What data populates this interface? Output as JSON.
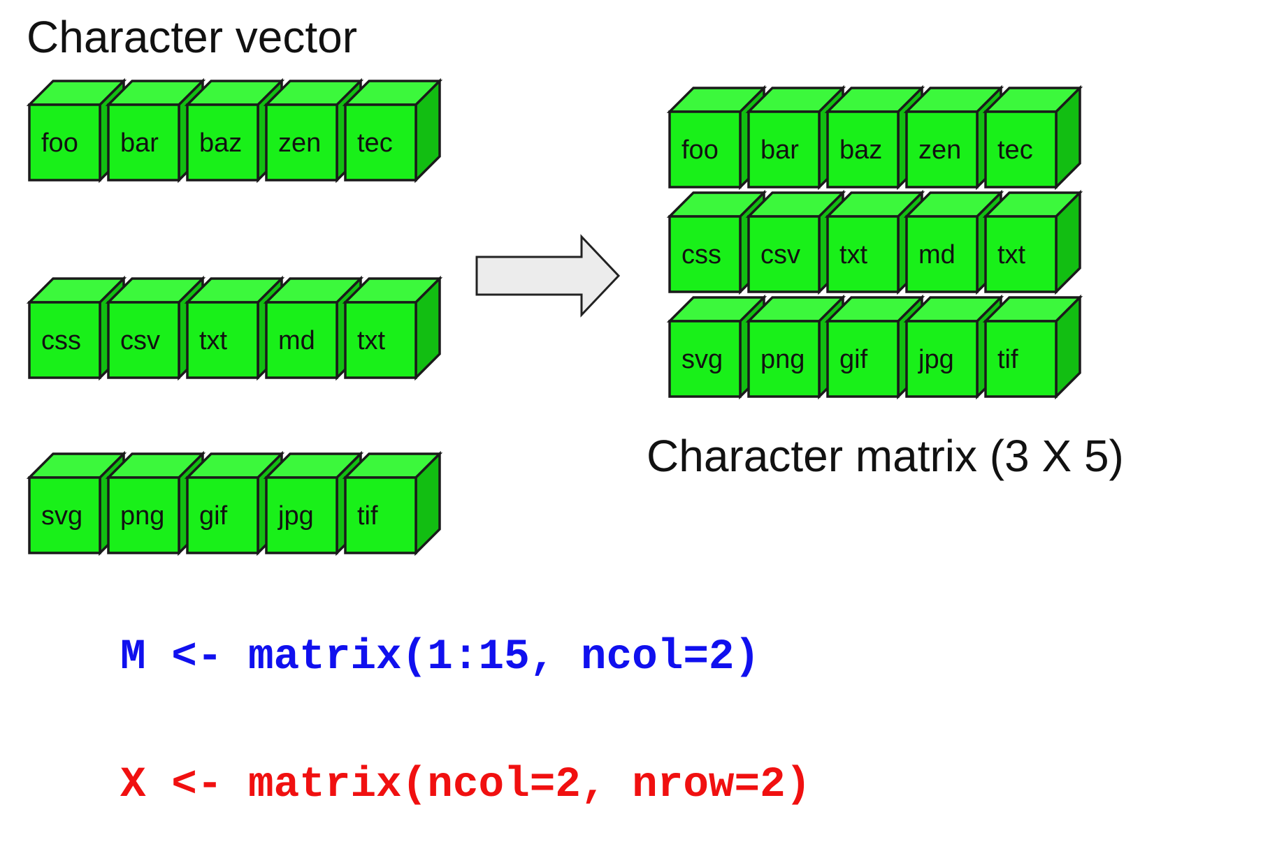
{
  "titles": {
    "vector": "Character vector",
    "matrix": "Character matrix (3 X 5)"
  },
  "vector_rows": [
    [
      "foo",
      "bar",
      "baz",
      "zen",
      "tec"
    ],
    [
      "css",
      "csv",
      "txt",
      "md",
      "txt"
    ],
    [
      "svg",
      "png",
      "gif",
      "jpg",
      "tif"
    ]
  ],
  "matrix_rows": [
    [
      "foo",
      "bar",
      "baz",
      "zen",
      "tec"
    ],
    [
      "css",
      "csv",
      "txt",
      "md",
      "txt"
    ],
    [
      "svg",
      "png",
      "gif",
      "jpg",
      "tif"
    ]
  ],
  "code": {
    "line1": "M <- matrix(1:15, ncol=2)",
    "line2": "X <- matrix(ncol=2, nrow=2)"
  },
  "colors": {
    "cube_front": "#19f019",
    "cube_top": "#3cf83c",
    "cube_side": "#12be12",
    "cube_stroke": "#1a1a1a",
    "arrow_fill": "#ececec",
    "arrow_stroke": "#222222",
    "code_line1": "#1010ee",
    "code_line2": "#f01010"
  }
}
